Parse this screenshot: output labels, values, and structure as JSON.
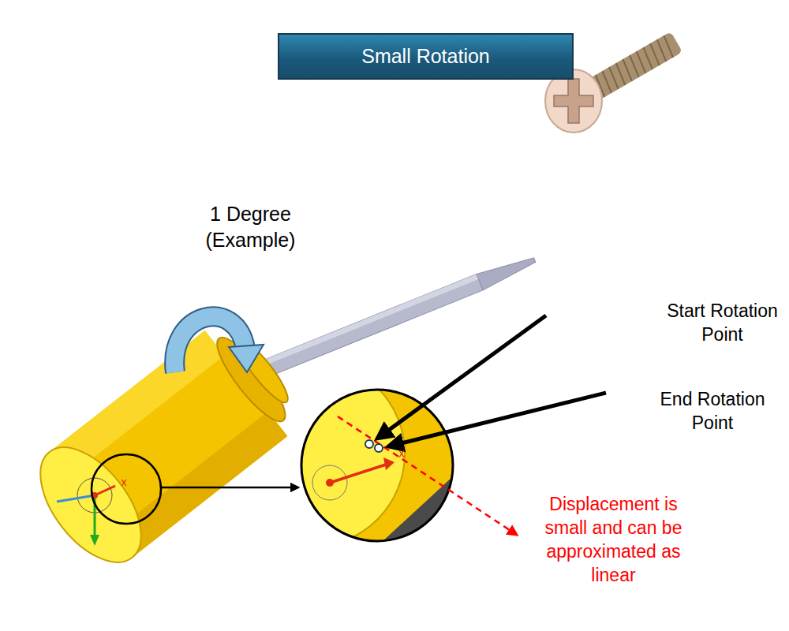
{
  "diagram": {
    "title": "Small Rotation",
    "labels": [
      "1 Degree (Example)",
      "Start Rotation Point",
      "End Rotation Point",
      "Displacement is small and can be approximated as linear",
      "x",
      "x"
    ]
  }
}
